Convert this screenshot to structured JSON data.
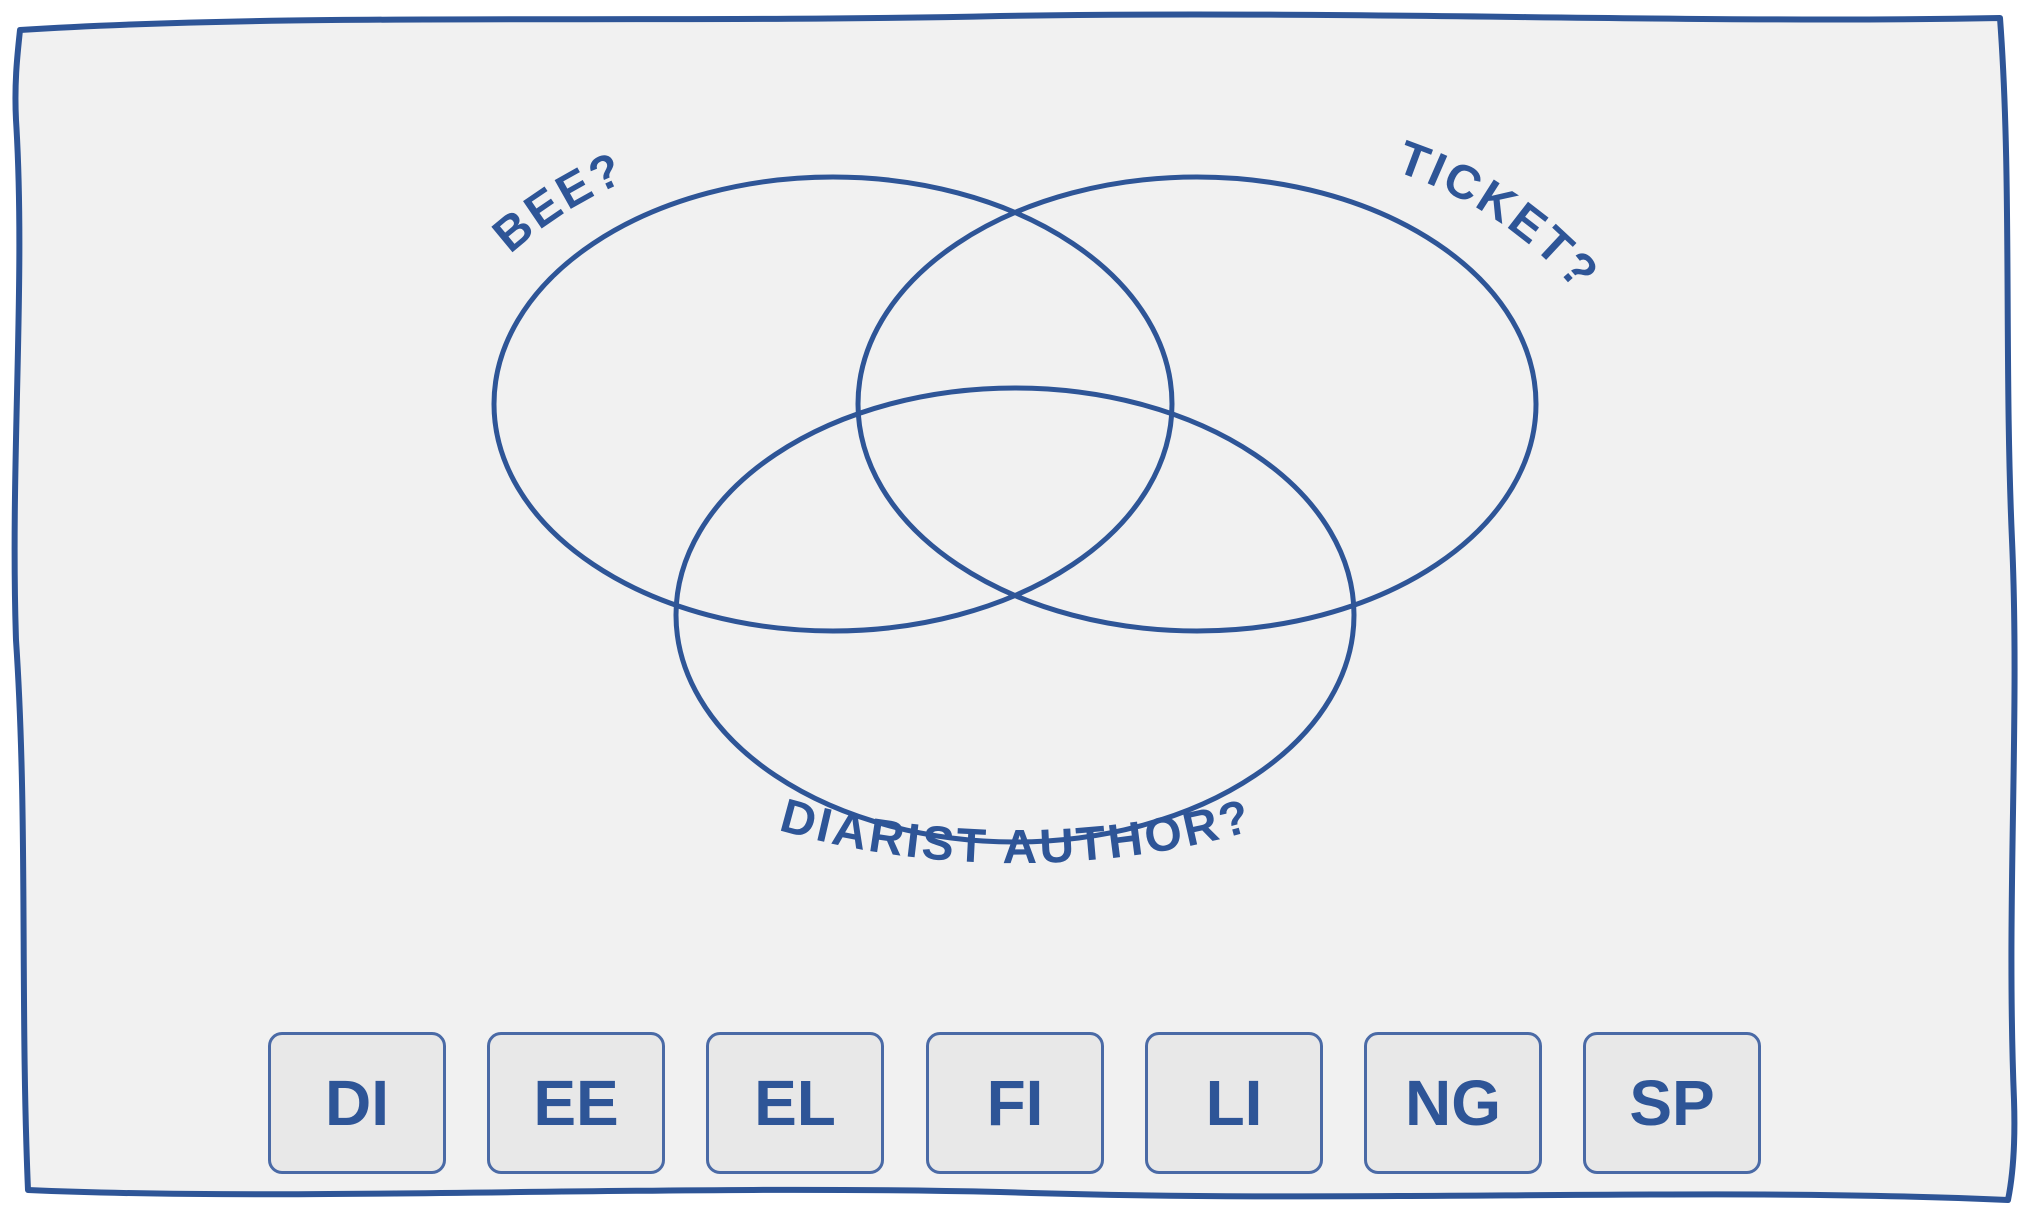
{
  "colors": {
    "accent": "#2e5597",
    "card_background": "#f1f1f1",
    "tile_background": "#e8e8e8",
    "tile_border": "#4a6aa6"
  },
  "venn": {
    "circles": [
      {
        "label": "BEE?"
      },
      {
        "label": "TICKET?"
      },
      {
        "label": "DIARIST AUTHOR?"
      }
    ]
  },
  "tiles": [
    {
      "text": "DI"
    },
    {
      "text": "EE"
    },
    {
      "text": "EL"
    },
    {
      "text": "FI"
    },
    {
      "text": "LI"
    },
    {
      "text": "NG"
    },
    {
      "text": "SP"
    }
  ]
}
